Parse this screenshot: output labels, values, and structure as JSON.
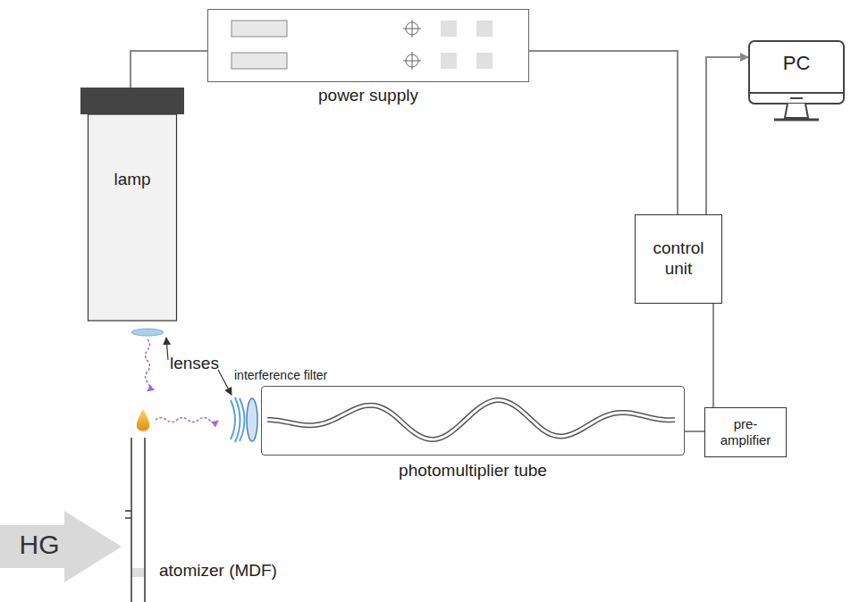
{
  "diagram": {
    "nodes": [
      {
        "text": [
          "power supply"
        ]
      },
      {
        "text": [
          "PC"
        ]
      },
      {
        "text": [
          "lamp"
        ]
      },
      {
        "text": [
          "control unit"
        ]
      },
      {
        "text": [
          "photomultiplier tube"
        ]
      },
      {
        "text": [
          "pre-amplifier"
        ]
      },
      {
        "text": [
          "HG"
        ]
      },
      {
        "text": [
          "atomizer (MDF)"
        ]
      }
    ],
    "edges": [
      {
        "from": 2,
        "to": 0,
        "arrow": "none"
      },
      {
        "from": 0,
        "to": 3,
        "arrow": "none"
      },
      {
        "from": 3,
        "to": 1,
        "arrow": "to"
      },
      {
        "from": 3,
        "to": 5,
        "arrow": "none"
      },
      {
        "from": 4,
        "to": 5,
        "arrow": "none"
      }
    ],
    "labels": [
      "lenses",
      "interference filter"
    ]
  }
}
